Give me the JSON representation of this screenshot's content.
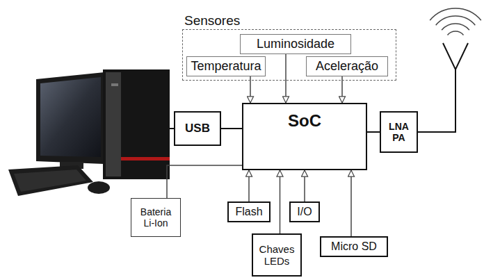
{
  "diagram": {
    "nodes": [
      {
        "text": [
          "Sensores"
        ]
      },
      {
        "text": [
          "Luminosidade"
        ],
        "in": 0
      },
      {
        "text": [
          "Temperatura"
        ],
        "in": 0
      },
      {
        "text": [
          "Aceleração"
        ],
        "in": 0
      },
      {
        "text": [
          "USB"
        ]
      },
      {
        "text": [
          "SoC"
        ]
      },
      {
        "text": [
          "LNA PA"
        ]
      },
      {
        "text": [
          "Bateria Li-Ion"
        ]
      },
      {
        "text": [
          "Flash"
        ]
      },
      {
        "text": [
          "I/O"
        ]
      },
      {
        "text": [
          "Chaves LEDs"
        ]
      },
      {
        "text": [
          "Micro SD"
        ]
      }
    ],
    "edges": [
      {
        "from": 1,
        "to": 5,
        "arrow": "to"
      },
      {
        "from": 2,
        "to": 5,
        "arrow": "to"
      },
      {
        "from": 3,
        "to": 5,
        "arrow": "to"
      },
      {
        "from": 4,
        "to": 5,
        "arrow": "none"
      },
      {
        "from": 5,
        "to": 6,
        "arrow": "none"
      },
      {
        "from": 7,
        "to": 5,
        "arrow": "none"
      },
      {
        "from": 8,
        "to": 5,
        "arrow": "to"
      },
      {
        "from": 9,
        "to": 5,
        "arrow": "to"
      },
      {
        "from": 10,
        "to": 5,
        "arrow": "to"
      },
      {
        "from": 11,
        "to": 5,
        "arrow": "to"
      }
    ]
  }
}
